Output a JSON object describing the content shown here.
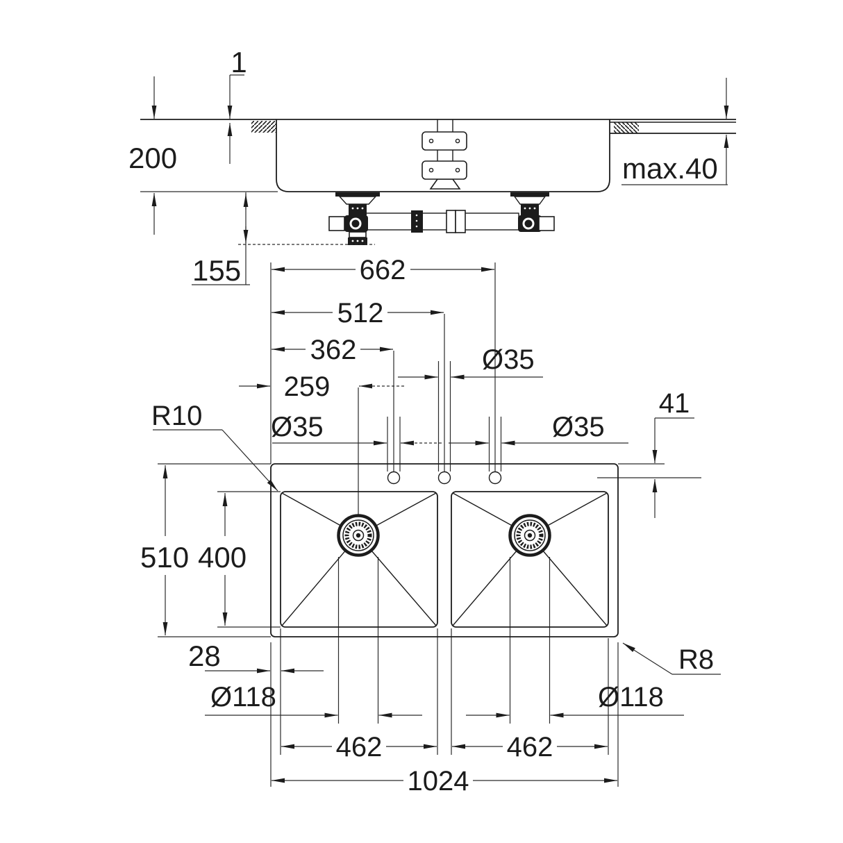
{
  "page": {
    "background": "#ffffff",
    "line_color": "#1c1c1c",
    "title": "Double bowl sink installation dimension drawing"
  },
  "side_view": {
    "rim_height_mm": "1",
    "sink_depth_mm": "200",
    "drain_clearance_mm": "155",
    "counter_thickness_mm": "max.40"
  },
  "plan_view": {
    "tap_hole_right_offset_mm": "662",
    "tap_hole_center_offset_mm": "512",
    "tap_hole_left_offset_mm": "362",
    "drain_center_offset_mm": "259",
    "tap_hole_dia_center": "Ø35",
    "tap_hole_dia_left": "Ø35",
    "tap_hole_dia_right": "Ø35",
    "tap_hole_back_offset_mm": "41",
    "bowl_corner_radius": "R10",
    "overall_depth_mm": "510",
    "bowl_depth_mm": "400",
    "bowl_edge_inset_mm": "28",
    "drain_dia_left": "Ø118",
    "drain_dia_right": "Ø118",
    "bowl_width_left_mm": "462",
    "bowl_width_right_mm": "462",
    "overall_width_mm": "1024",
    "outer_corner_radius": "R8"
  }
}
